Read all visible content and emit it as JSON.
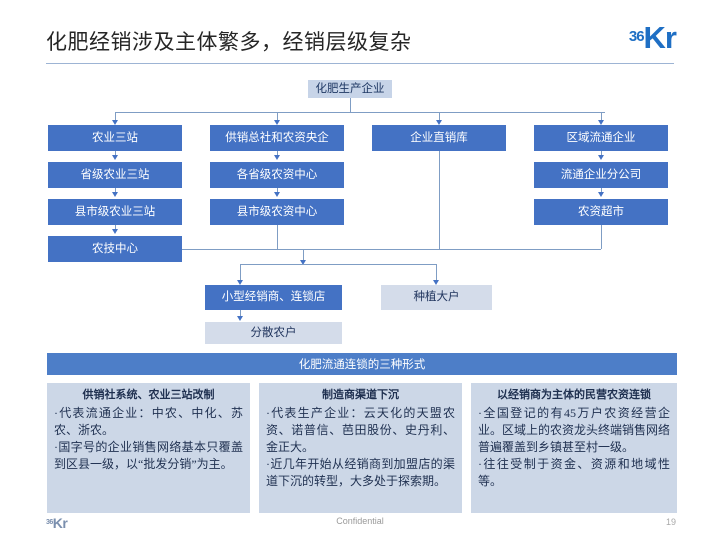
{
  "header": {
    "title": "化肥经销涉及主体繁多，经销层级复杂",
    "logo_prefix": "36",
    "logo_mark": "Kr",
    "rule_color": "#9db4d4",
    "logo_color": "#1f6fc4"
  },
  "diagram": {
    "root": {
      "label": "化肥生产企业"
    },
    "nodes": [
      {
        "label": "农业三站"
      },
      {
        "label": "省级农业三站"
      },
      {
        "label": "县市级农业三站"
      },
      {
        "label": "农技中心"
      },
      {
        "label": "供销总社和农资央企"
      },
      {
        "label": "各省级农资中心"
      },
      {
        "label": "县市级农资中心"
      },
      {
        "label": "企业直销库"
      },
      {
        "label": "区域流通企业"
      },
      {
        "label": "流通企业分公司"
      },
      {
        "label": "农资超市"
      },
      {
        "label": "小型经销商、连锁店"
      },
      {
        "label": "种植大户"
      },
      {
        "label": "分散农户"
      }
    ],
    "solid_color": "#4472c4",
    "pale_color": "#c7d4e8",
    "connector_color": "#7f9dc4"
  },
  "section_banner": {
    "label": "化肥流通连锁的三种形式",
    "color": "#4d7ec8"
  },
  "panels": [
    {
      "title": "供销社系统、农业三站改制",
      "bullets": [
        "·代表流通企业：中农、中化、苏农、浙农。",
        "·国字号的企业销售网络基本只覆盖到区县一级，以“批发分销”为主。"
      ]
    },
    {
      "title": "制造商渠道下沉",
      "bullets": [
        "·代表生产企业：云天化的天盟农资、诺普信、芭田股份、史丹利、金正大。",
        "·近几年开始从经销商到加盟店的渠道下沉的转型，大多处于探索期。"
      ]
    },
    {
      "title": "以经销商为主体的民营农资连锁",
      "bullets": [
        "·全国登记的有45万户农资经营企业。区域上的农资龙头终端销售网络普遍覆盖到乡镇甚至村一级。",
        "·往往受制于资金、资源和地域性等。"
      ]
    }
  ],
  "footer": {
    "logo_prefix": "36",
    "logo_mark": "Kr",
    "note": "Confidential",
    "page_number": "19"
  }
}
